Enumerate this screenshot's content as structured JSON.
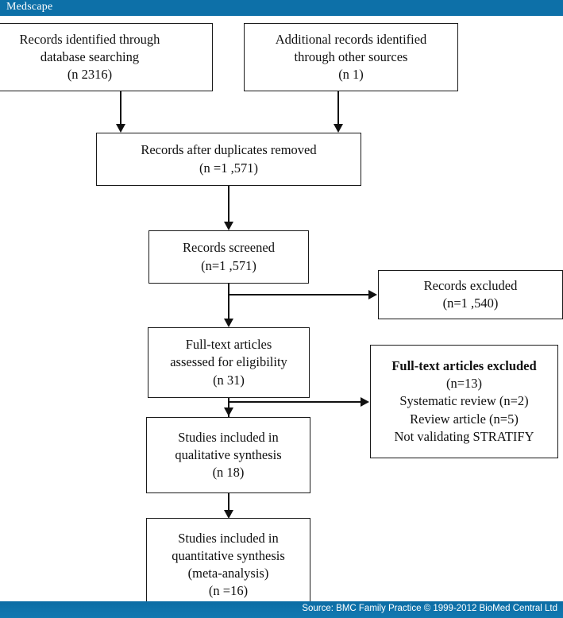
{
  "banner": {
    "logo": "Medscape",
    "background_color": "#0d70a8"
  },
  "footer": {
    "source_text": "Source: BMC Family Practice © 1999-2012 BioMed Central Ltd",
    "background_color": "#0f74ac"
  },
  "diagram": {
    "type": "prisma-flow-diagram",
    "nodes": {
      "identified_database": {
        "line1": "Records identified through",
        "line2": "database searching",
        "line3": "(n  2316)"
      },
      "identified_other": {
        "line1": "Additional records identified",
        "line2": "through other sources",
        "line3": "(n  1)"
      },
      "duplicates_removed": {
        "line1": "Records after duplicates removed",
        "line2": "(n =1 ,571)"
      },
      "records_screened": {
        "line1": "Records screened",
        "line2": "(n=1 ,571)"
      },
      "records_excluded": {
        "line1": "Records excluded",
        "line2": "(n=1 ,540)"
      },
      "fulltext_assessed": {
        "line1": "Full-text articles",
        "line2": "assessed for eligibility",
        "line3": "(n  31)"
      },
      "fulltext_excluded": {
        "line1": "Full-text articles excluded",
        "line2": "(n=13)",
        "line3": "Systematic review (n=2)",
        "line4": "Review article (n=5)",
        "line5": "Not validating STRATIFY"
      },
      "qualitative_synthesis": {
        "line1": "Studies included in",
        "line2": "qualitative synthesis",
        "line3": "(n  18)"
      },
      "quantitative_synthesis": {
        "line1": "Studies included in",
        "line2": "quantitative synthesis",
        "line3": "(meta-analysis)",
        "line4": "(n =16)"
      }
    }
  }
}
